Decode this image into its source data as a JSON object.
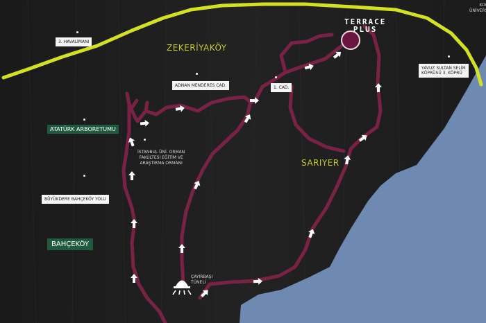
{
  "brand": {
    "line1": "TERRACE",
    "line2": "PLUS"
  },
  "districts": {
    "zekeriyakoy": "ZEKERİYAKÖY",
    "sariyer": "SARIYER"
  },
  "green_labels": {
    "ataturk_arboretumu": "ATATÜRK ARBORETUMU",
    "bahcekoy": "BAHÇEKÖY"
  },
  "labels": {
    "havalimani": "3. HAVALİMANI",
    "adnan_menderes": "ADNAN MENDERES CAD.",
    "birinci_cad": "1. CAD.",
    "yavuz_sultan": [
      "YAVUZ SULTAN SELİM",
      "KÖPRÜSÜ 3. KÖPRÜ"
    ],
    "buyukdere": "BÜYÜKDERE BAHÇEKÖY YOLU",
    "orman_fakultesi": [
      "İSTANBUL ÜNİ. ORMAN",
      "FAKÜLTESİ EĞİTİM VE",
      "ARAŞTIRMA ORMANI"
    ],
    "cayirbasi": [
      "ÇAYIRBAŞI",
      "TÜNELİ"
    ],
    "koc_universitesi": [
      "KOÇ",
      "ÜNİVERSİTESİ"
    ]
  },
  "icons": {
    "destination": "terrace-plus-marker",
    "tunnel": "tunnel-icon",
    "route_arrow": "white-arrow"
  },
  "colors": {
    "background": "#1c1c1c",
    "highway": "#d4e022",
    "route": "#7a2245",
    "water": "#6e8ab3",
    "marker": "#6b1640"
  }
}
